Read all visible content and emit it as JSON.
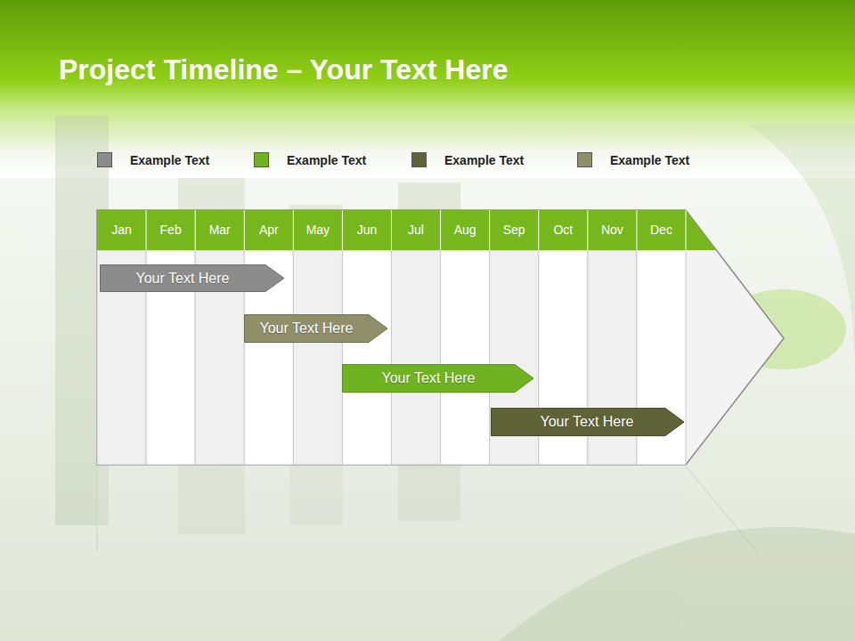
{
  "diagram": {
    "title": "Project Timeline – Your Text Here",
    "nodes": [
      {
        "text": [
          "Your Text Here"
        ]
      },
      {
        "text": [
          "Your Text Here"
        ]
      },
      {
        "text": [
          "Your Text Here"
        ]
      },
      {
        "text": [
          "Your Text Here"
        ]
      }
    ],
    "labels": [
      "Jan",
      "Feb",
      "Mar",
      "Apr",
      "May",
      "Jun",
      "Jul",
      "Aug",
      "Sep",
      "Oct",
      "Nov",
      "Dec"
    ],
    "legend": [
      {
        "text": "Example Text",
        "color": "#8c8c8c"
      },
      {
        "text": "Example Text",
        "color": "#6fb320"
      },
      {
        "text": "Example Text",
        "color": "#5f6438"
      },
      {
        "text": "Example Text",
        "color": "#8f8f6a"
      }
    ]
  }
}
